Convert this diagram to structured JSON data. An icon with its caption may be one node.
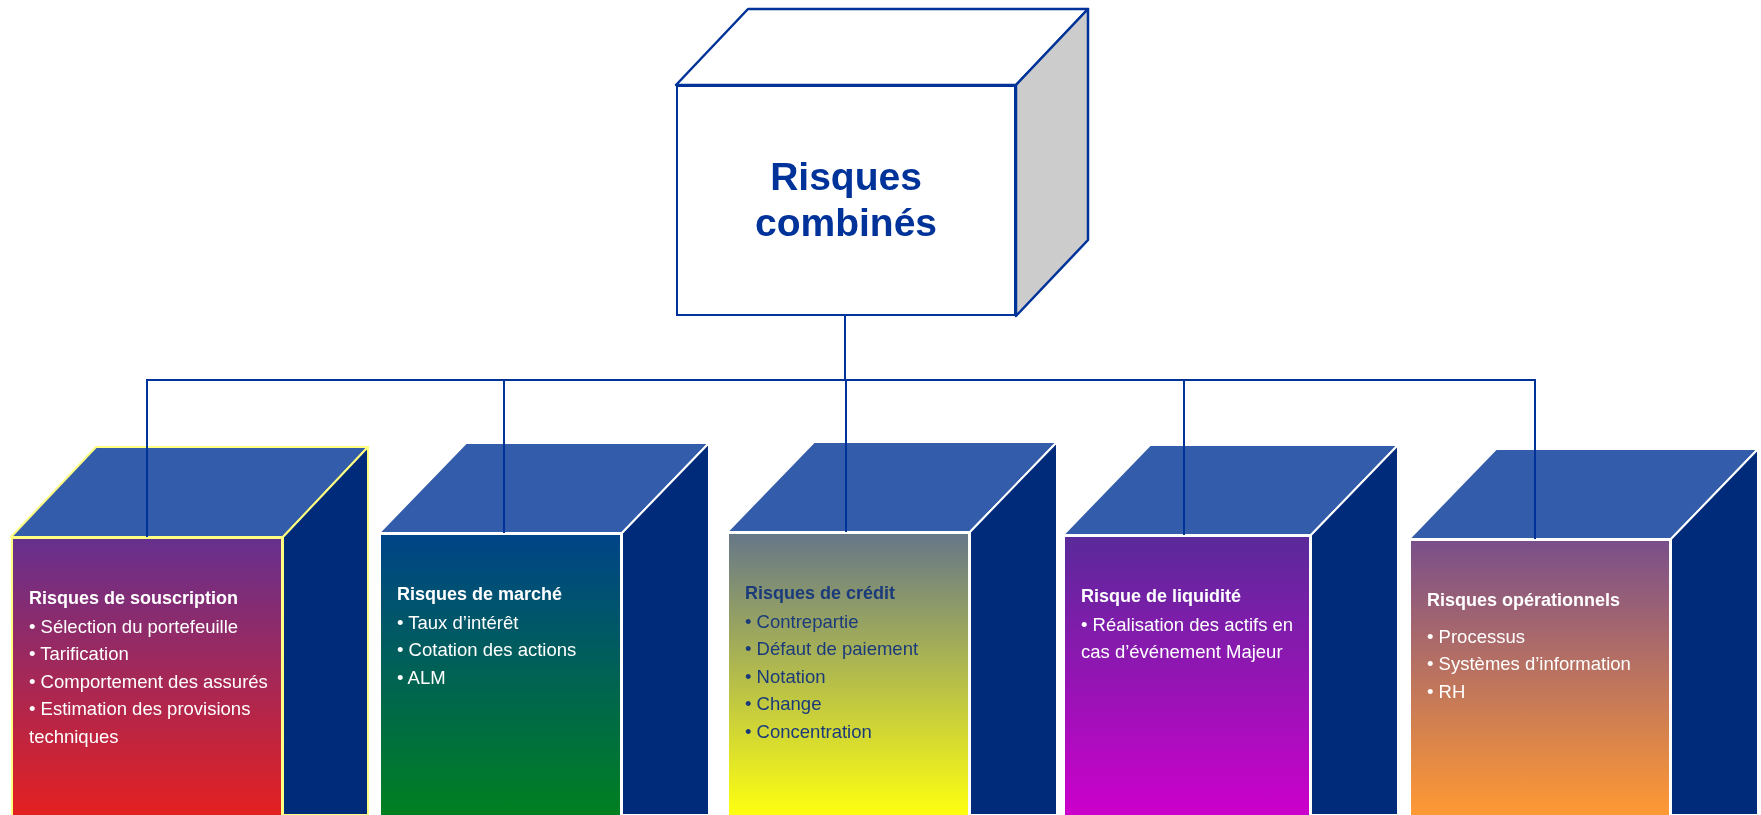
{
  "diagram": {
    "nodes": [
      {
        "text": [
          "Risques combinés"
        ]
      },
      {
        "text": [
          "Risques de souscription",
          "• Sélection du portefeuille",
          "• Tarification",
          "• Comportement des assurés",
          "• Estimation des provisions techniques"
        ]
      },
      {
        "text": [
          "Risques de marché",
          "• Taux d’intérêt",
          "• Cotation des actions",
          "• ALM"
        ]
      },
      {
        "text": [
          "Risques de crédit",
          "• Contrepartie",
          "• Défaut de paiement",
          "• Notation",
          "• Change",
          "• Concentration"
        ]
      },
      {
        "text": [
          "Risque de liquidité",
          "• Réalisation des actifs en cas d’événement Majeur"
        ]
      },
      {
        "text": [
          "Risques opérationnels",
          "• Processus",
          "• Systèmes d’information",
          "• RH"
        ]
      }
    ],
    "edges": [
      {
        "from": 0,
        "to": 1,
        "arrow": "none"
      },
      {
        "from": 0,
        "to": 2,
        "arrow": "none"
      },
      {
        "from": 0,
        "to": 3,
        "arrow": "none"
      },
      {
        "from": 0,
        "to": 4,
        "arrow": "none"
      },
      {
        "from": 0,
        "to": 5,
        "arrow": "none"
      }
    ]
  }
}
